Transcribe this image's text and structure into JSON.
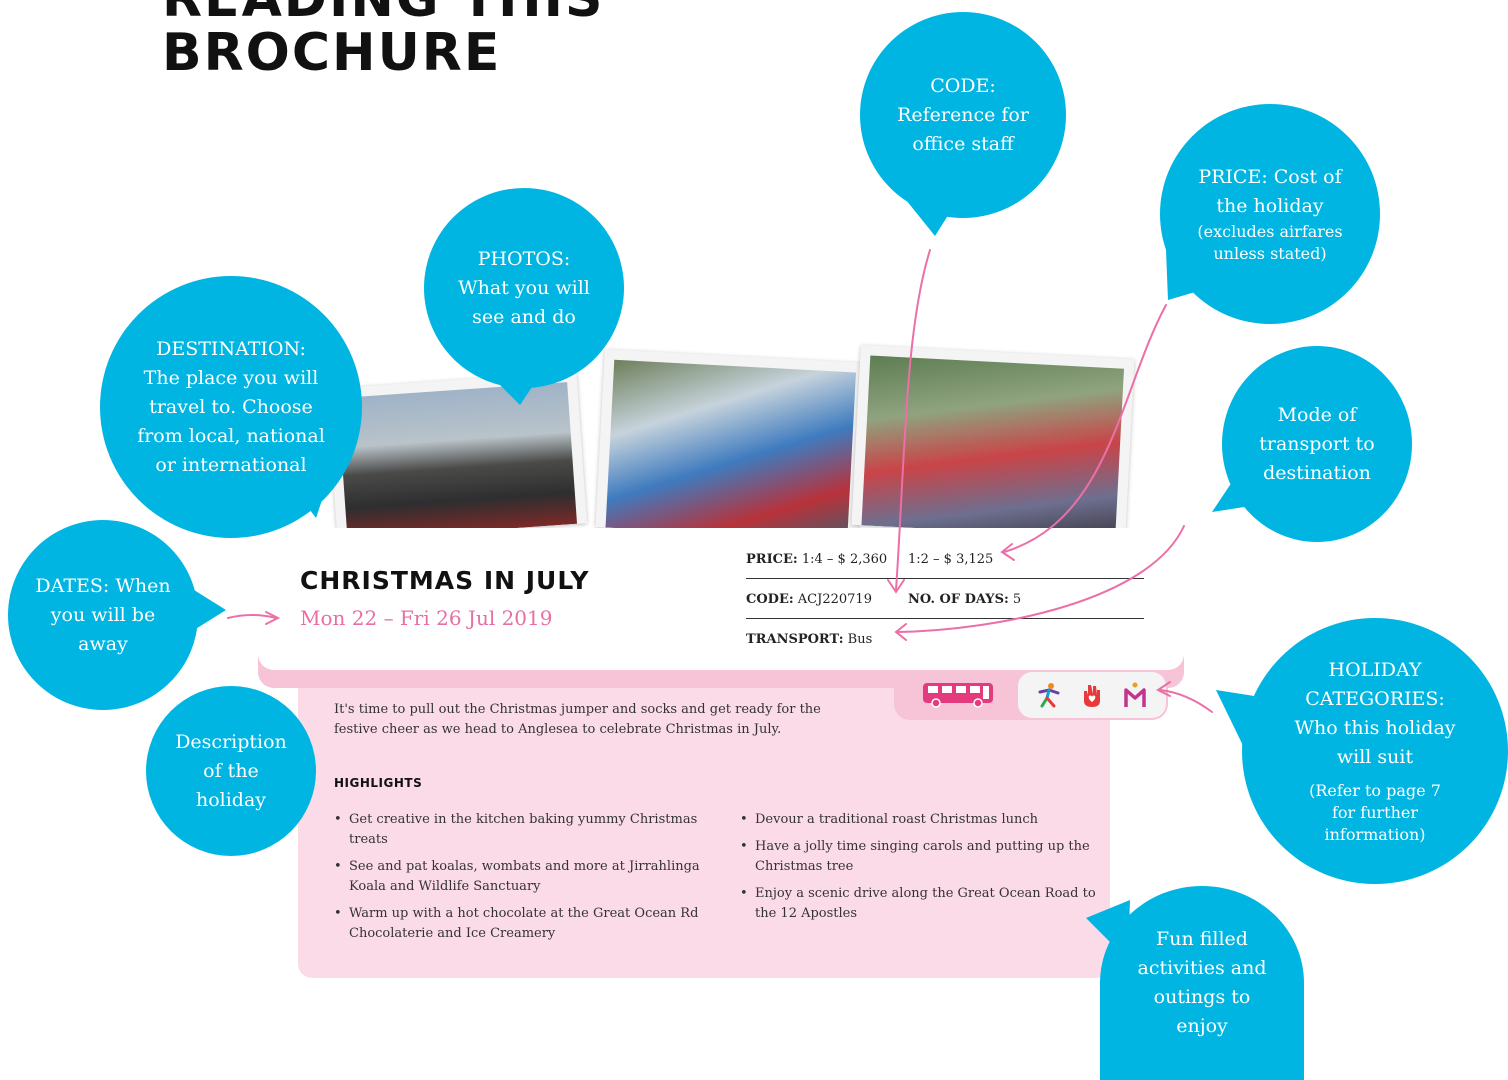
{
  "page": {
    "title_line1": "READING THIS",
    "title_line2": "BROCHURE"
  },
  "bubbles": {
    "code": [
      "CODE:",
      "Reference for",
      "office staff"
    ],
    "price_main": [
      "PRICE: Cost of",
      "the holiday"
    ],
    "price_small": [
      "(excludes airfares",
      "unless stated)"
    ],
    "photos": [
      "PHOTOS:",
      "What you will",
      "see and do"
    ],
    "destination": [
      "DESTINATION:",
      "The place you will",
      "travel to. Choose",
      "from local, national",
      "or international"
    ],
    "transport": [
      "Mode of",
      "transport to",
      "destination"
    ],
    "dates": [
      "DATES: When",
      "you will be",
      "away"
    ],
    "description": [
      "Description",
      "of the",
      "holiday"
    ],
    "categories_main": [
      "HOLIDAY",
      "CATEGORIES:",
      "Who this holiday",
      "will suit"
    ],
    "categories_small": [
      "(Refer to page 7",
      "for further",
      "information)"
    ],
    "activities": [
      "Fun filled",
      "activities and",
      "outings to",
      "enjoy"
    ]
  },
  "listing": {
    "title": "CHRISTMAS IN JULY",
    "dates": "Mon 22 – Fri 26 Jul 2019",
    "price_label": "PRICE:",
    "price_value_1": "1:4 – $ 2,360",
    "price_value_2": "1:2 – $ 3,125",
    "code_label": "CODE:",
    "code_value": "ACJ220719",
    "days_label": "NO. OF DAYS:",
    "days_value": "5",
    "transport_label": "TRANSPORT:",
    "transport_value": "Bus",
    "description": "It's time to pull out the Christmas jumper and socks and get ready for the festive cheer as we head to Anglesea to celebrate Christmas in July.",
    "highlights_title": "HIGHLIGHTS",
    "highlights_left": [
      "Get creative in the kitchen baking yummy Christmas treats",
      "See and pat koalas, wombats and more at Jirrahlinga Koala and Wildlife Sanctuary",
      "Warm up with a hot chocolate at the Great Ocean Rd Chocolaterie and Ice Creamery"
    ],
    "highlights_right": [
      "Devour a traditional roast Christmas lunch",
      "Have a jolly time singing carols and putting up the Christmas tree",
      "Enjoy a scenic drive along the Great Ocean Road to the 12 Apostles"
    ]
  },
  "icons": {
    "transport": "bus-icon",
    "categories": [
      "activity-figure-icon",
      "care-hand-icon",
      "mobility-person-icon"
    ]
  },
  "colors": {
    "bubble": "#00b5e2",
    "accent_pink": "#e86ea3",
    "panel_pink": "#fcdbe8",
    "tab_pink": "#f7c3d7"
  }
}
